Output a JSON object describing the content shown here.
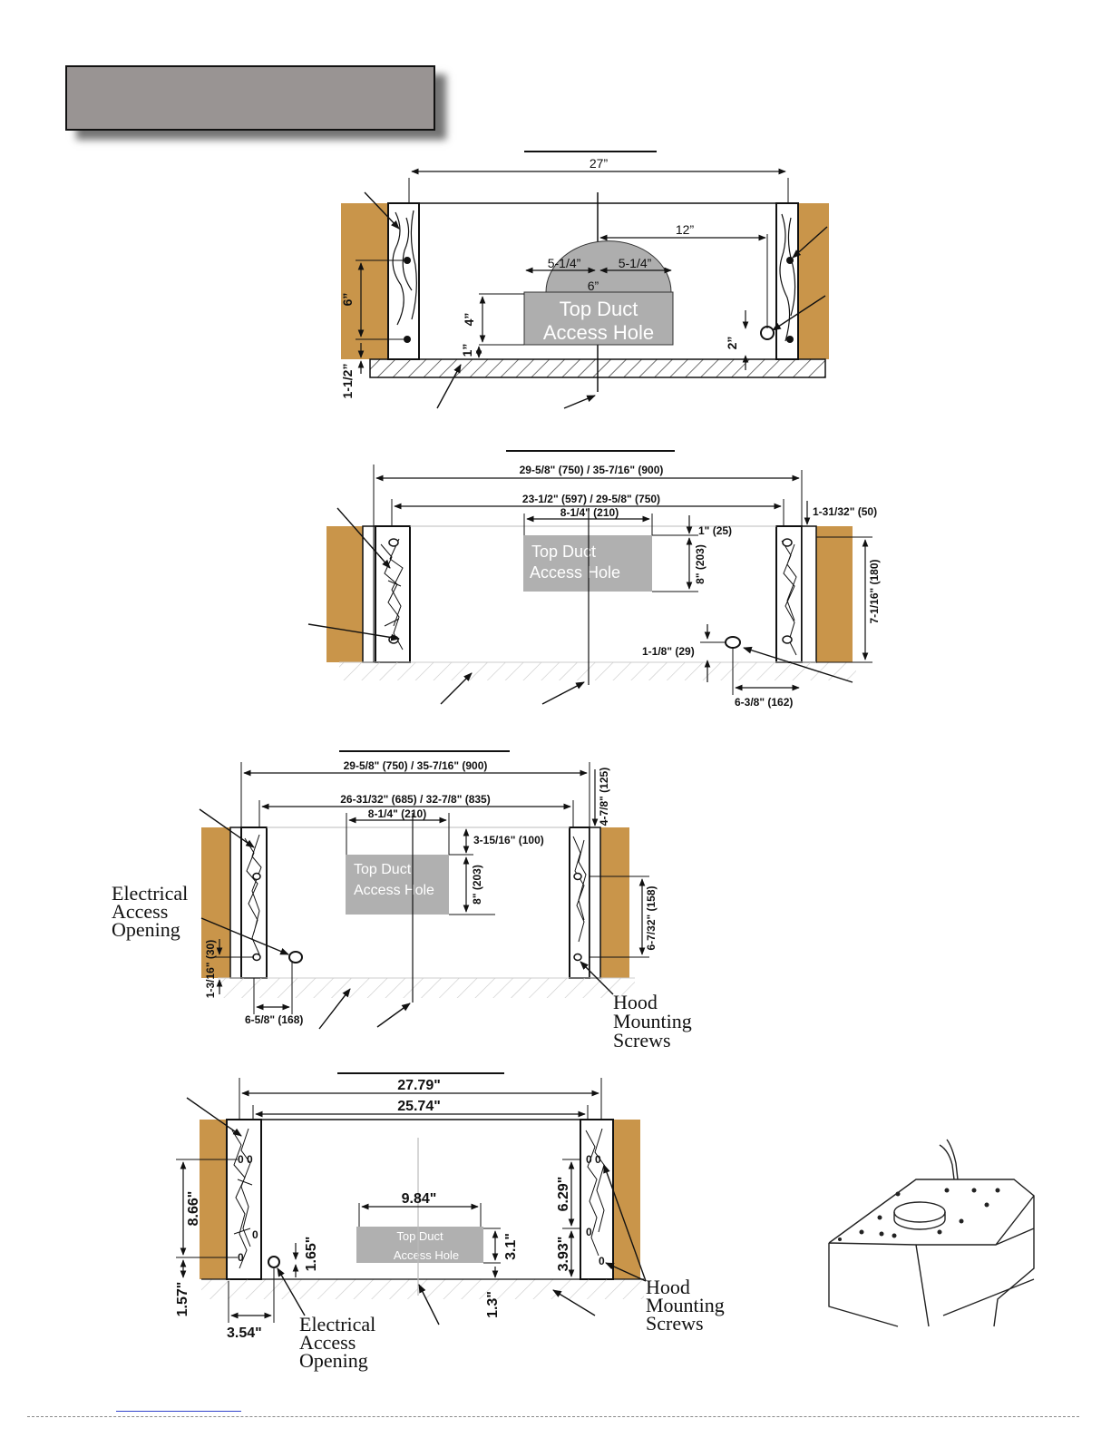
{
  "diagram1": {
    "overall_width": "27”",
    "offset_right": "12”",
    "half_left": "5-1/4”",
    "half_right": "5-1/4”",
    "duct_width": "6”",
    "duct_height": "4”",
    "bottom_gap": "1”",
    "screw_spacing": "6”",
    "screw_bottom": "1-1/2”",
    "electric_height": "2”",
    "duct_line1": "Top Duct",
    "duct_line2": "Access Hole"
  },
  "diagram2": {
    "outer_width": "29-5/8\" (750) / 35-7/16\" (900)",
    "inner_width": "23-1/2\" (597) / 29-5/8\" (750)",
    "duct_width": "8-1/4\" (210)",
    "top_gap": "1\" (25)",
    "duct_height": "8\" (203)",
    "side_gap": "1-31/32\" (50)",
    "screw_spacing": "7-1/16\" (180)",
    "elec_height": "1-1/8\" (29)",
    "elec_offset": "6-3/8\" (162)",
    "duct_line1": "Top Duct",
    "duct_line2": "Access Hole"
  },
  "diagram3": {
    "outer_width": "29-5/8\" (750) / 35-7/16\" (900)",
    "inner_width": "26-31/32\" (685) / 32-7/8\" (835)",
    "duct_width": "8-1/4\" (210)",
    "top_gap": "3-15/16\" (100)",
    "duct_height": "8\" (203)",
    "side_gap": "4-7/8\" (125)",
    "screw_spacing": "6-7/32\" (158)",
    "elec_height": "1-3/16\" (30)",
    "elec_offset": "6-5/8\" (168)",
    "duct_line1": "Top Duct",
    "duct_line2": "Access Hole",
    "elec_label": [
      "Electrical",
      "Access",
      "Opening"
    ],
    "screws_label": [
      "Hood",
      "Mounting",
      "Screws"
    ]
  },
  "diagram4": {
    "outer_width": "27.79\"",
    "inner_width": "25.74\"",
    "duct_width": "9.84\"",
    "duct_height": "3.1\"",
    "screw_spacing": "8.66\"",
    "screw_bottom": "1.57\"",
    "elec_height": "1.65\"",
    "elec_offset": "3.54\"",
    "right_upper": "6.29\"",
    "right_lower": "3.93\"",
    "duct_bottom": "1.3\"",
    "duct_line1": "Top Duct",
    "duct_line2": "Access Hole",
    "elec_label": [
      "Electrical",
      "Access",
      "Opening"
    ],
    "screws_label": [
      "Hood",
      "Mounting",
      "Screws"
    ]
  },
  "colors": {
    "wood": "#c9954a",
    "title_box": "#999493",
    "duct": "#aeaeae"
  }
}
